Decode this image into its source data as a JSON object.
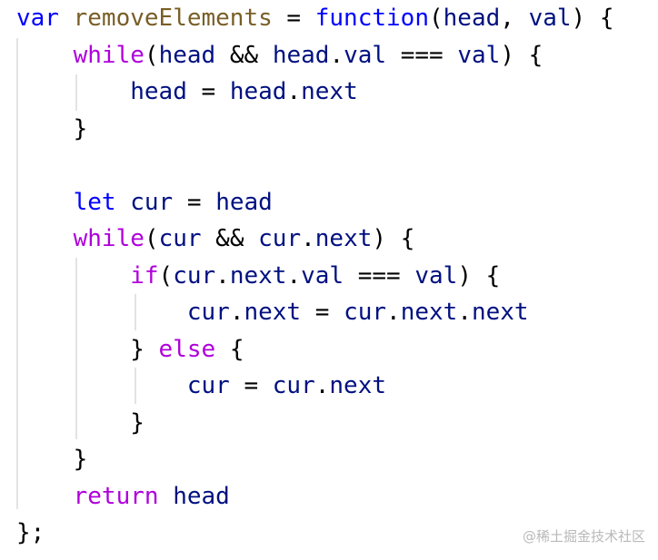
{
  "code": {
    "lines": [
      {
        "t1": "var",
        "t2": " ",
        "t3": "removeElements",
        "t4": " = ",
        "t5": "function",
        "t6": "(",
        "t7": "head",
        "t8": ", ",
        "t9": "val",
        "t10": ") {"
      },
      {
        "indent": "    ",
        "t1": "while",
        "t2": "(",
        "t3": "head",
        "t4": " && ",
        "t5": "head",
        "t6": ".",
        "t7": "val",
        "t8": " === ",
        "t9": "val",
        "t10": ") {"
      },
      {
        "indent": "        ",
        "t1": "head",
        "t2": " = ",
        "t3": "head",
        "t4": ".",
        "t5": "next"
      },
      {
        "indent": "    ",
        "t1": "}"
      },
      {
        "indent": ""
      },
      {
        "indent": "    ",
        "t1": "let",
        "t2": " ",
        "t3": "cur",
        "t4": " = ",
        "t5": "head"
      },
      {
        "indent": "    ",
        "t1": "while",
        "t2": "(",
        "t3": "cur",
        "t4": " && ",
        "t5": "cur",
        "t6": ".",
        "t7": "next",
        "t8": ") {"
      },
      {
        "indent": "        ",
        "t1": "if",
        "t2": "(",
        "t3": "cur",
        "t4": ".",
        "t5": "next",
        "t6": ".",
        "t7": "val",
        "t8": " === ",
        "t9": "val",
        "t10": ") {"
      },
      {
        "indent": "            ",
        "t1": "cur",
        "t2": ".",
        "t3": "next",
        "t4": " = ",
        "t5": "cur",
        "t6": ".",
        "t7": "next",
        "t8": ".",
        "t9": "next"
      },
      {
        "indent": "        ",
        "t1": "} ",
        "t2": "else",
        "t3": " {"
      },
      {
        "indent": "            ",
        "t1": "cur",
        "t2": " = ",
        "t3": "cur",
        "t4": ".",
        "t5": "next"
      },
      {
        "indent": "        ",
        "t1": "}"
      },
      {
        "indent": "    ",
        "t1": "}"
      },
      {
        "indent": "    ",
        "t1": "return",
        "t2": " ",
        "t3": "head"
      },
      {
        "t1": "};"
      }
    ]
  },
  "watermark": {
    "text": "@稀土掘金技术社区"
  },
  "colors": {
    "keyword_blue": "#0000ff",
    "keyword_purple": "#af00db",
    "function_name": "#795e26",
    "identifier": "#001080",
    "punctuation": "#000000",
    "indent_guide": "#e3e3e3"
  }
}
